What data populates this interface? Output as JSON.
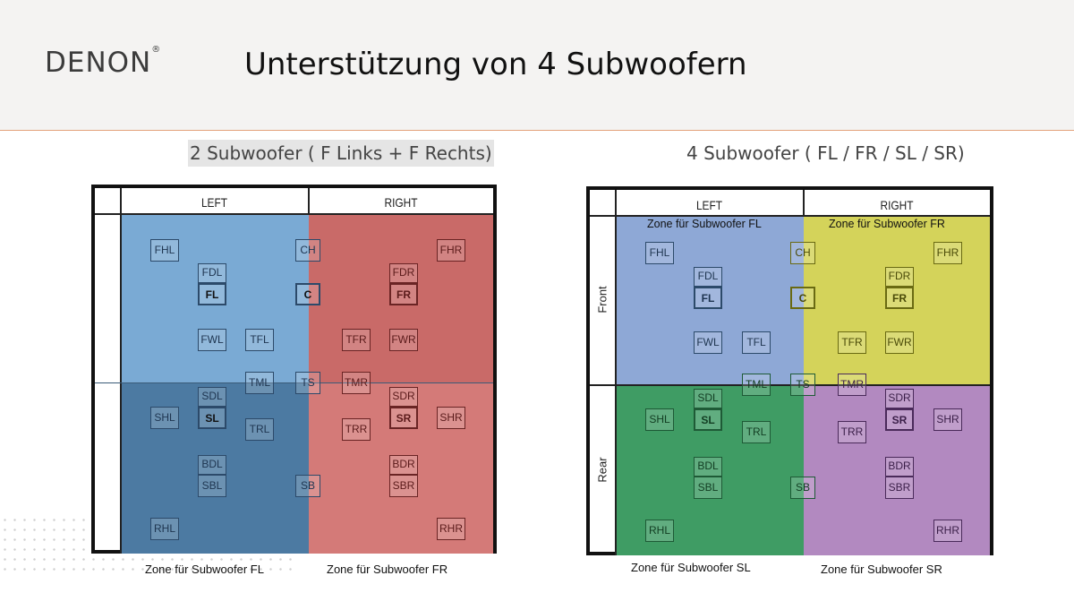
{
  "brand": {
    "logo": "DENON",
    "mark": "®"
  },
  "title": "Unterstützung von 4 Subwoofern",
  "colors": {
    "front_left": "#7aaad4",
    "front_right": "#c96a68",
    "rear_left": "#4c7aa2",
    "rear_right": "#d47a78",
    "fl4": "#8ea8d6",
    "fr4": "#d4d35a",
    "sl4": "#3f9c64",
    "sr4": "#b289c0",
    "accent_line": "#e3a27b"
  },
  "diagram1": {
    "subtitle": "2 Subwoofer ( F Links + F Rechts)",
    "left_label": "LEFT",
    "right_label": "RIGHT",
    "zone_label_left": "Zone für Subwoofer FL",
    "zone_label_right": "Zone für Subwoofer FR"
  },
  "diagram2": {
    "subtitle": "4 Subwoofer ( FL / FR / SL / SR)",
    "left_label": "LEFT",
    "right_label": "RIGHT",
    "front_label": "Front",
    "rear_label": "Rear",
    "zone_fl": "Zone für Subwoofer FL",
    "zone_fr": "Zone für Subwoofer FR",
    "zone_sl": "Zone für Subwoofer SL",
    "zone_sr": "Zone für Subwoofer SR"
  },
  "speakers": {
    "FHL": "FHL",
    "CH": "CH",
    "FHR": "FHR",
    "FDL": "FDL",
    "FDR": "FDR",
    "FL": "FL",
    "C": "C",
    "FR": "FR",
    "FWL": "FWL",
    "TFL": "TFL",
    "TFR": "TFR",
    "FWR": "FWR",
    "TML": "TML",
    "TS": "TS",
    "TMR": "TMR",
    "SDL": "SDL",
    "SDR": "SDR",
    "SHL": "SHL",
    "SL": "SL",
    "SR": "SR",
    "SHR": "SHR",
    "TRL": "TRL",
    "TRR": "TRR",
    "BDL": "BDL",
    "BDR": "BDR",
    "SBL": "SBL",
    "SB": "SB",
    "SBR": "SBR",
    "RHL": "RHL",
    "RHR": "RHR"
  }
}
